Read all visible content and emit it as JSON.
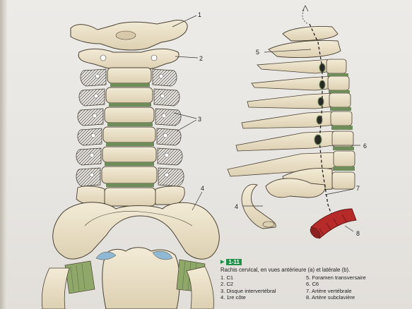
{
  "figure": {
    "number": "1-11",
    "title": "Rachis cervical, en vues antérieure (a) et latérale (b)."
  },
  "legend": [
    "1. C1",
    "2. C2",
    "3. Disque intervertébral",
    "4. 1re côte",
    "5. Foramen transversaire",
    "6. C6",
    "7. Artère vertébrale",
    "8. Artère subclavière"
  ],
  "labels": {
    "anterior": [
      "1",
      "2",
      "3",
      "4"
    ],
    "lateral": [
      "5",
      "6",
      "7",
      "4",
      "8"
    ]
  },
  "colors": {
    "bone": "#efe6cf",
    "bone_shade": "#c9b998",
    "disc": "#6f8d5a",
    "cartilage": "#8fa86a",
    "artery": "#b62a2a",
    "foramen_blue": "#8fb8d4",
    "badge_green": "#1f8f4a"
  }
}
